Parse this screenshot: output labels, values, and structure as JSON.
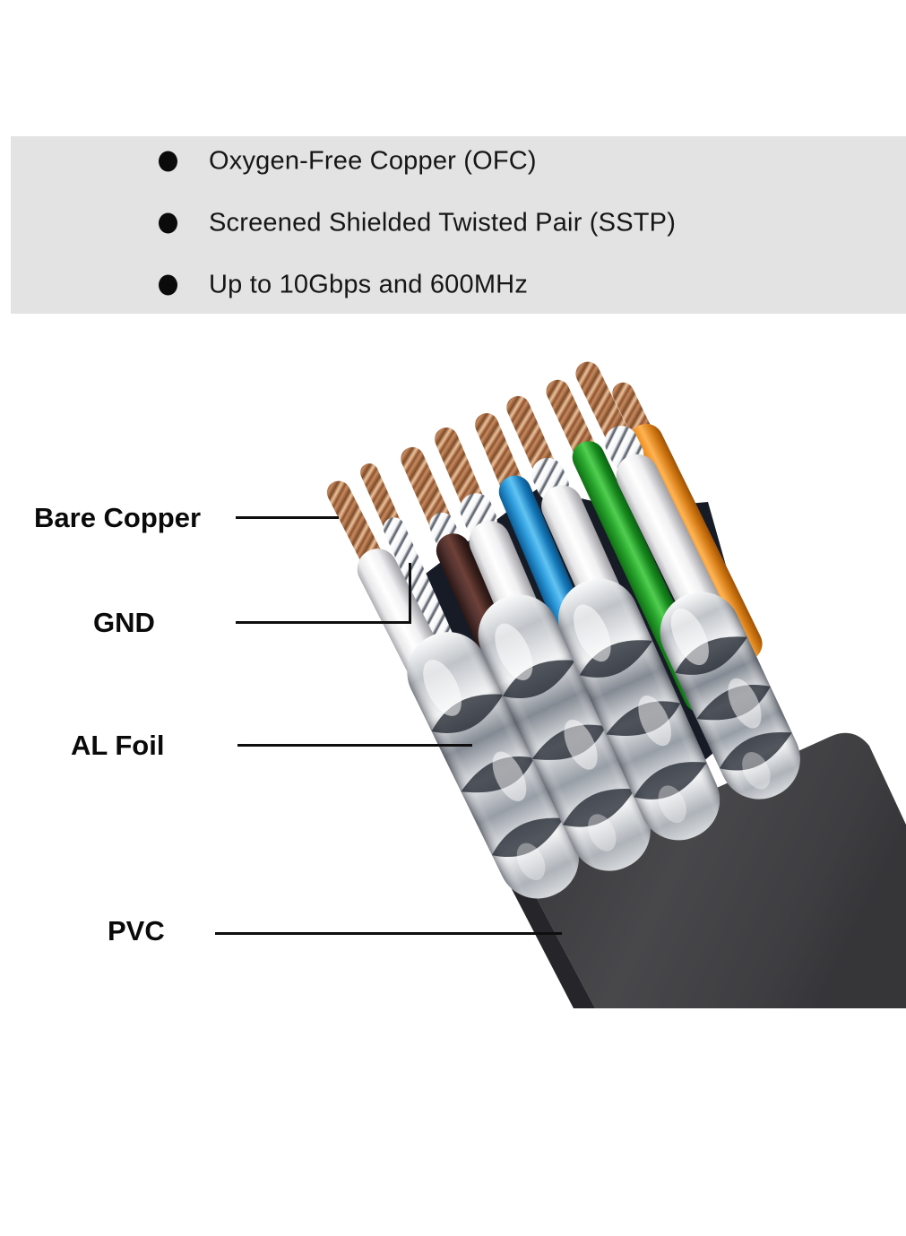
{
  "features": {
    "items": [
      {
        "label": "Oxygen-Free Copper (OFC)"
      },
      {
        "label": "Screened Shielded Twisted Pair (SSTP)"
      },
      {
        "label": "Up to 10Gbps and 600MHz"
      }
    ]
  },
  "labels": {
    "bare_copper": "Bare Copper",
    "gnd": "GND",
    "al_foil": "AL Foil",
    "pvc": "PVC"
  },
  "cable": {
    "description": "SSTP twisted-pair cable cutaway with four foil-shielded pairs",
    "jacket_color": "#434346",
    "foil_color": "#c6cacf",
    "inner_shadow_color": "#161b26",
    "copper_color": "#b9784a",
    "wire_colors": {
      "white": "#ffffff",
      "brown": "#553431",
      "blue": "#2f9ddd",
      "green": "#2aa82e",
      "orange": "#ec8f22",
      "drain": "#e8eaed"
    }
  },
  "panel": {
    "background": "#e3e3e3"
  }
}
